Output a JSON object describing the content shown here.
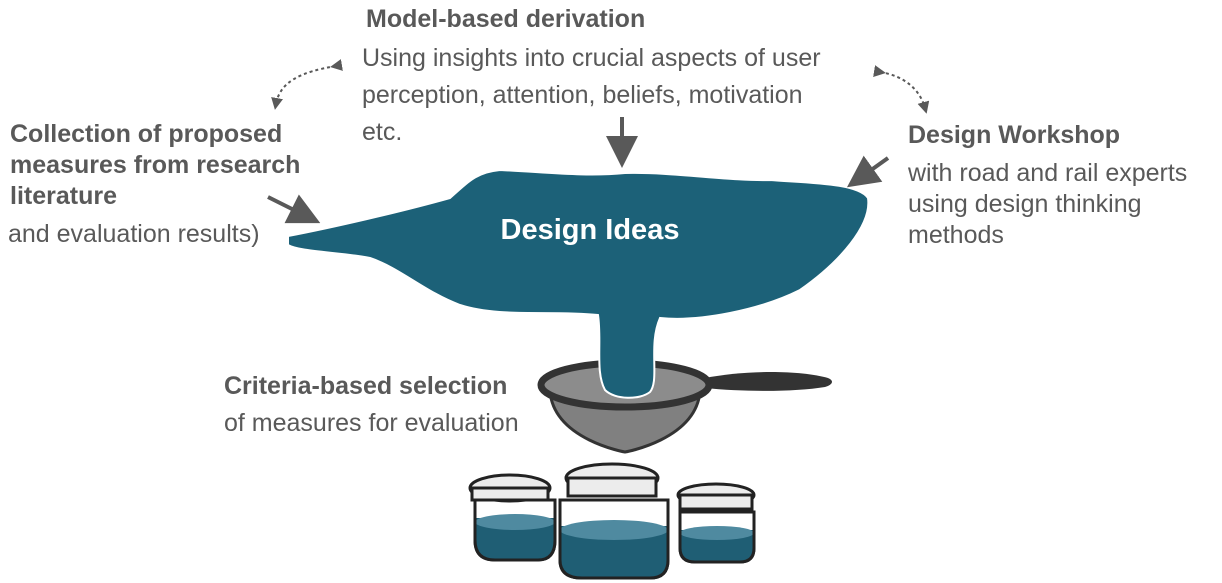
{
  "top": {
    "title": "Model-based derivation",
    "body": [
      "Using insights into crucial aspects of user",
      "perception, attention, beliefs, motivation",
      "etc."
    ]
  },
  "left": {
    "title": [
      "Collection of proposed",
      "measures from research",
      "literature"
    ],
    "body": "and evaluation results)"
  },
  "right": {
    "title": "Design Workshop",
    "body": [
      "with road and rail experts",
      "using design thinking",
      "methods"
    ]
  },
  "center": {
    "label": "Design Ideas"
  },
  "bottom": {
    "title": "Criteria-based selection",
    "body": "of measures for evaluation"
  },
  "colors": {
    "blob": "#1c6178",
    "text": "#595959",
    "arrow": "#595959",
    "sieve_bowl": "#808080",
    "sieve_rim": "#333333",
    "jar_liquid": "#1f5e74",
    "jar_glass": "#ffffff",
    "jar_lid": "#ececec"
  },
  "icons": [
    "design-ideas-blob",
    "sieve-icon",
    "jar-icon"
  ]
}
